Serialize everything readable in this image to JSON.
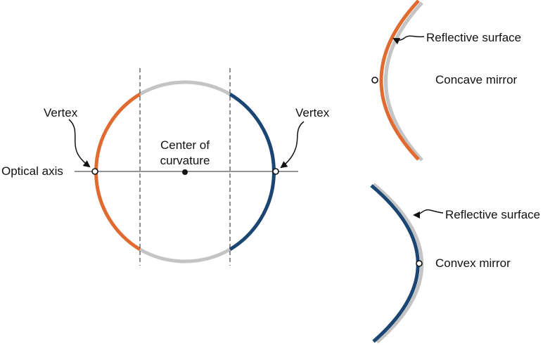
{
  "labels": {
    "vertex_left": "Vertex",
    "vertex_right": "Vertex",
    "optical_axis": "Optical axis",
    "center_line1": "Center of",
    "center_line2": "curvature",
    "reflective_top": "Reflective surface",
    "concave_mirror": "Concave mirror",
    "reflective_bottom": "Reflective surface",
    "convex_mirror": "Convex mirror"
  },
  "colors": {
    "concave_orange": "#e06a30",
    "convex_blue": "#1b4573",
    "surface_gray": "#c4c4c4",
    "axis_line": "#555555",
    "guide_dash": "#444444",
    "text": "#111111"
  }
}
